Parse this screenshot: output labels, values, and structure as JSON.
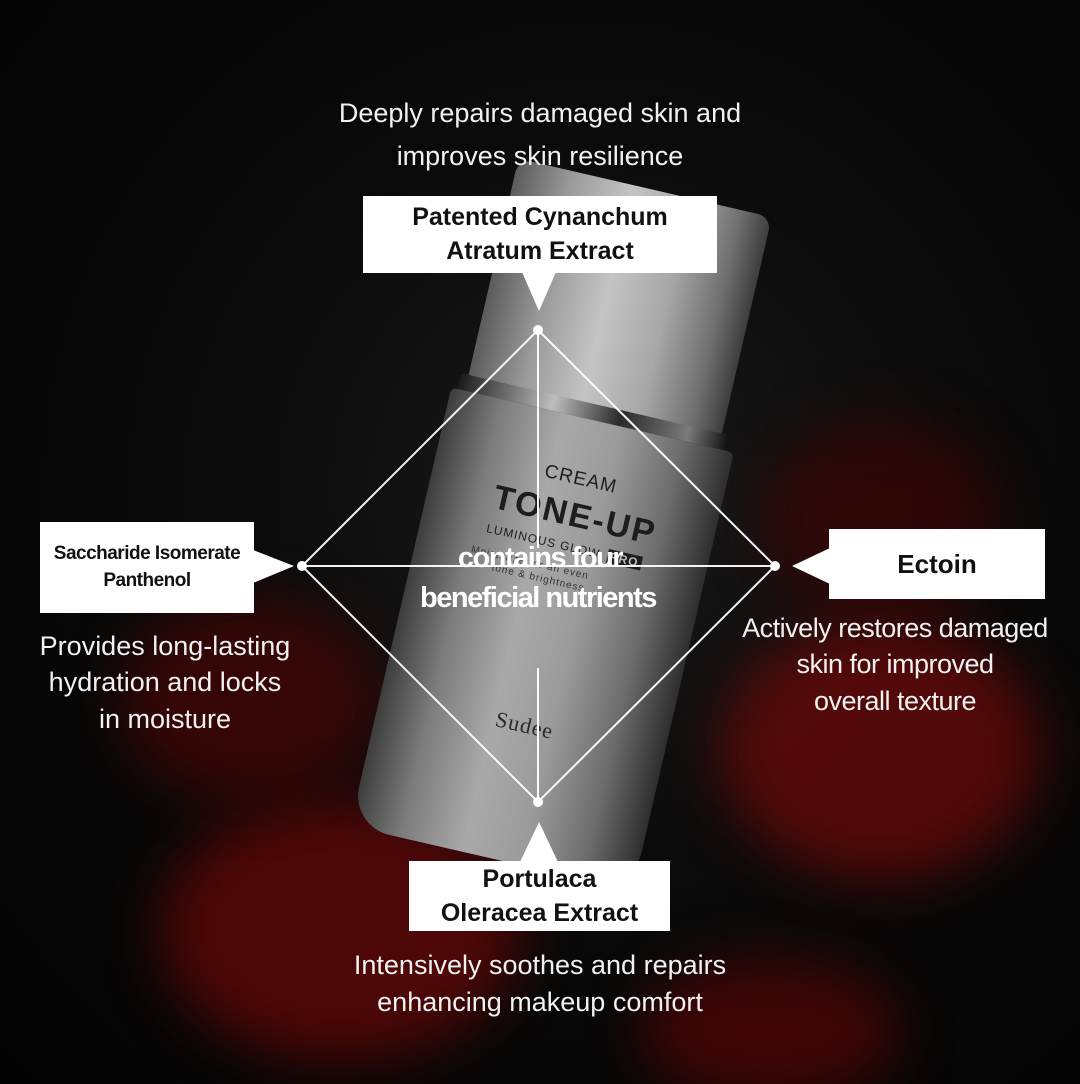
{
  "product": {
    "cream_label": "CREAM",
    "name": "TONE-UP",
    "line": "LUMINOUS GLOW",
    "badge": "PRO",
    "blurb_1": "Moisturize for an even",
    "blurb_2": "tone & brightness",
    "brand": "Sudee"
  },
  "center": {
    "line1": "contains four",
    "line2": "beneficial nutrients"
  },
  "nutrients": {
    "top": {
      "name_line1": "Patented Cynanchum",
      "name_line2": "Atratum Extract",
      "desc_line1": "Deeply repairs damaged skin and",
      "desc_line2": "improves skin resilience"
    },
    "left": {
      "name_line1": "Saccharide Isomerate",
      "name_line2": "Panthenol",
      "desc_line1": "Provides long-lasting",
      "desc_line2": "hydration and locks",
      "desc_line3": "in moisture"
    },
    "right": {
      "name_line1": "Ectoin",
      "desc_line1": "Actively restores damaged",
      "desc_line2": "skin for improved",
      "desc_line3": "overall texture"
    },
    "bottom": {
      "name_line1": "Portulaca",
      "name_line2": "Oleracea Extract",
      "desc_line1": "Intensively soothes and repairs",
      "desc_line2": "enhancing makeup comfort"
    }
  },
  "colors": {
    "background": "#050505",
    "accent_red": "#8b0d0d",
    "label_bg": "#ffffff",
    "text_light": "#f1f1f1"
  }
}
